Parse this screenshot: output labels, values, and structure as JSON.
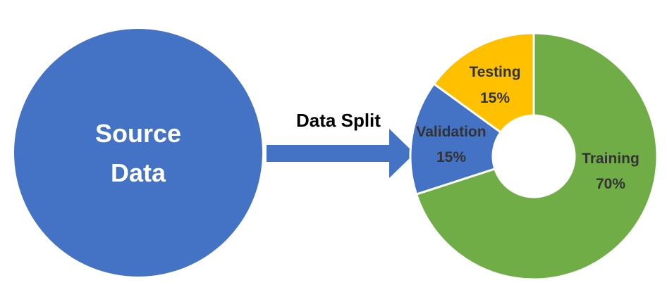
{
  "source": {
    "line1": "Source",
    "line2": "Data",
    "color": "#4472C4"
  },
  "arrow": {
    "label": "Data Split",
    "color": "#4472C4"
  },
  "chart_data": {
    "type": "donut",
    "slices": [
      {
        "name": "Training",
        "pct_label": "70%",
        "value": 70,
        "color": "#70AD47"
      },
      {
        "name": "Validation",
        "pct_label": "15%",
        "value": 15,
        "color": "#4472C4"
      },
      {
        "name": "Testing",
        "pct_label": "15%",
        "value": 15,
        "color": "#FFC000"
      }
    ]
  }
}
